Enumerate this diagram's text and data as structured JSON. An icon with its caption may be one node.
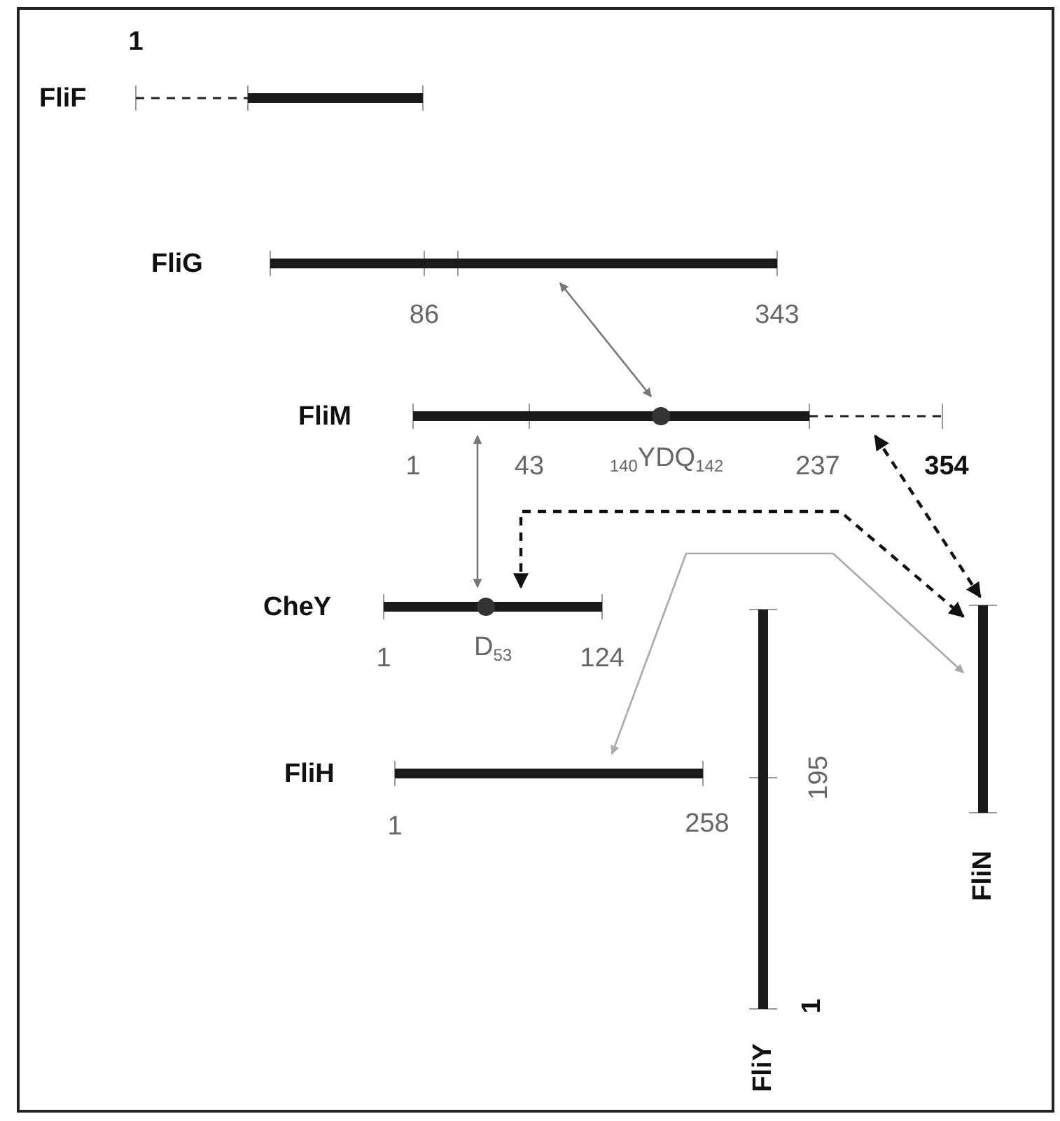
{
  "diagram": {
    "nodes": [
      {
        "text": [
          "FliF"
        ],
        "beside": [
          "1"
        ]
      },
      {
        "text": [
          "FliG"
        ],
        "beside": [
          "86",
          "343"
        ]
      },
      {
        "text": [
          "FliM"
        ],
        "beside": [
          "1",
          "43",
          "$_{140}$YDQ$_{142}$",
          "237",
          "354"
        ]
      },
      {
        "text": [
          "CheY"
        ],
        "beside": [
          "1",
          "D$_{53}$",
          "124"
        ]
      },
      {
        "text": [
          "FliH"
        ],
        "beside": [
          "1",
          "258"
        ]
      },
      {
        "text": [
          "FliY"
        ],
        "beside": [
          "195",
          "1"
        ]
      },
      {
        "text": [
          "FliN"
        ]
      }
    ],
    "edges": [
      {
        "from": 1,
        "to": 2,
        "arrow": "both"
      },
      {
        "from": 2,
        "to": 3,
        "arrow": "both"
      },
      {
        "from": 3,
        "to": 6,
        "arrow": "both",
        "style": "dashed",
        "color": "#111111"
      },
      {
        "from": 2,
        "to": 6,
        "arrow": "both",
        "style": "dashed",
        "color": "#111111"
      },
      {
        "from": 4,
        "to": 6,
        "arrow": "both",
        "color": "#aaaaaa"
      }
    ]
  }
}
